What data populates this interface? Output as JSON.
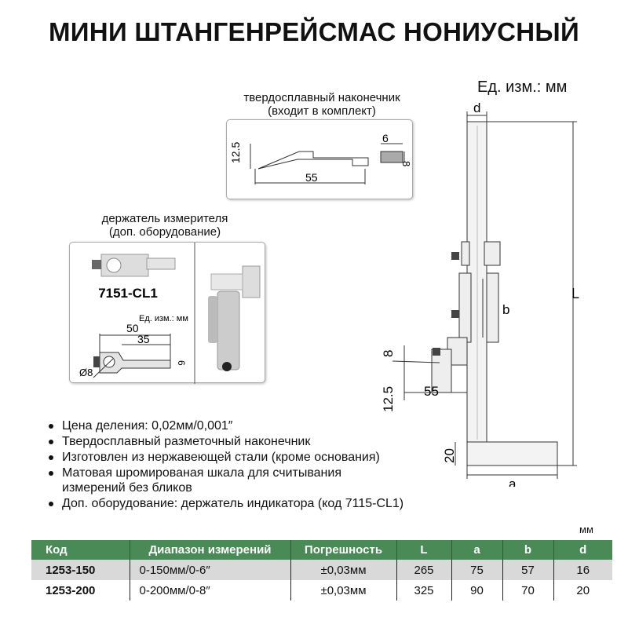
{
  "title": "МИНИ ШТАНГЕНРЕЙСМАС НОНИУСНЫЙ",
  "units": "Ед. изм.: мм",
  "tip": {
    "caption_line1": "твердосплавный наконечник",
    "caption_line2": "(входит в комплект)",
    "dim_height": "12.5",
    "dim_length": "55",
    "dim_w": "6",
    "dim_t": "8"
  },
  "holder": {
    "caption_line1": "держатель измерителя",
    "caption_line2": "(доп. оборудование)",
    "model": "7151-CL1",
    "units": "Ед. изм.: мм",
    "dim_50": "50",
    "dim_35": "35",
    "dim_6": "6",
    "dim_dia": "Ø8"
  },
  "main_drawing": {
    "d": "d",
    "L": "L",
    "b": "b",
    "a": "a",
    "dim_8": "8",
    "dim_12_5": "12.5",
    "dim_55": "55",
    "dim_20": "20"
  },
  "features": [
    "Цена деления: 0,02мм/0,001″",
    "Твердосплавный разметочный наконечник",
    "Изготовлен из нержавеющей стали (кроме основания)",
    "Матовая шромированая шкала для считывания измерений без бликов",
    "Доп. оборудование: держатель индикатора (код 7115-CL1)"
  ],
  "table": {
    "unit": "мм",
    "headers": [
      "Код",
      "Диапазон измерений",
      "Погрешность",
      "L",
      "a",
      "b",
      "d"
    ],
    "rows": [
      [
        "1253-150",
        "0-150мм/0-6″",
        "±0,03мм",
        "265",
        "75",
        "57",
        "16"
      ],
      [
        "1253-200",
        "0-200мм/0-8″",
        "±0,03мм",
        "325",
        "90",
        "70",
        "20"
      ]
    ]
  }
}
